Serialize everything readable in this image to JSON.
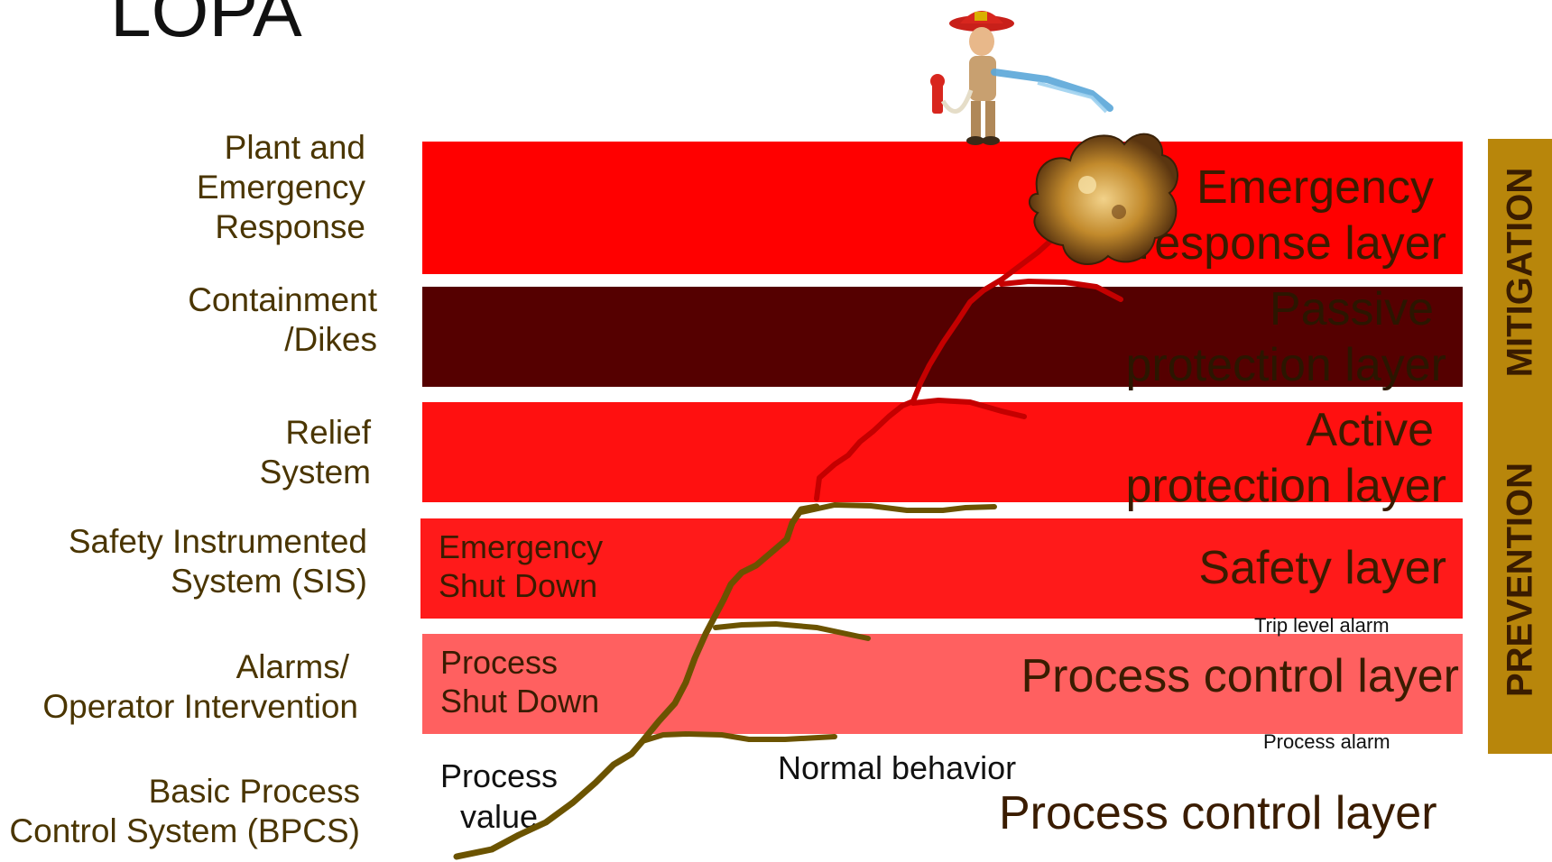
{
  "title": "LOPA",
  "left_labels": {
    "emergency_response": [
      "Plant and",
      "Emergency",
      "Response"
    ],
    "containment": [
      "Containment",
      "/Dikes"
    ],
    "relief": [
      "Relief",
      "System"
    ],
    "sis": [
      "Safety Instrumented",
      "System (SIS)"
    ],
    "alarms": [
      "Alarms/",
      "Operator Intervention"
    ],
    "bpcs": [
      "Basic Process",
      "Control System (BPCS)"
    ]
  },
  "bands": {
    "emergency": {
      "label": [
        "Emergency",
        "response layer"
      ],
      "color": "#ff0000"
    },
    "passive": {
      "label": [
        "Passive",
        "protection layer"
      ],
      "color": "#550000"
    },
    "active": {
      "label": [
        "Active",
        "protection layer"
      ],
      "color": "#ff1010"
    },
    "safety": {
      "label": "Safety layer",
      "inner": [
        "Emergency",
        "Shut Down"
      ],
      "color": "#ff1a1a"
    },
    "process": {
      "label": "Process control  layer",
      "inner": [
        "Process",
        "Shut Down"
      ],
      "color": "#ff6060"
    }
  },
  "bottom": {
    "process_value": [
      "Process",
      "value"
    ],
    "normal_behavior": "Normal behavior",
    "layer": "Process control  layer"
  },
  "alarms": {
    "trip": "Trip level alarm",
    "process": "Process alarm"
  },
  "side": {
    "mitigation": "MITIGATION",
    "prevention": "PREVENTION"
  },
  "icons": {
    "firefighter": "firefighter-icon",
    "fire": "fire-explosion-icon"
  }
}
